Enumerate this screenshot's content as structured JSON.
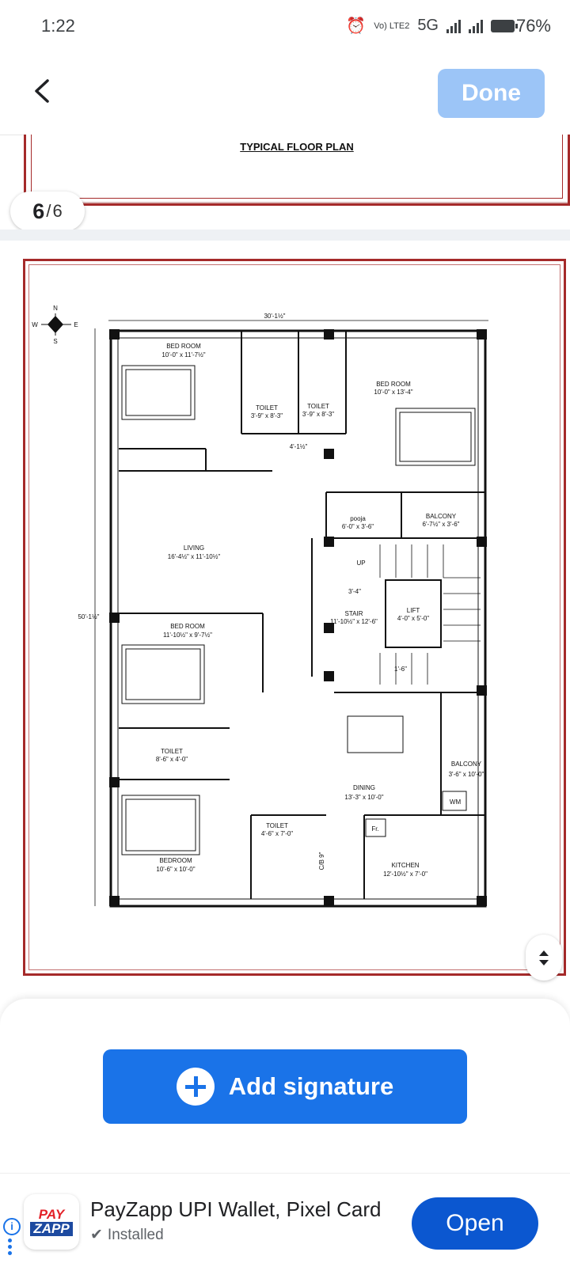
{
  "status": {
    "time": "1:22",
    "network": "5G",
    "volte": "Vo) LTE2",
    "battery": "76%"
  },
  "appbar": {
    "done_label": "Done"
  },
  "pages": {
    "prev_title": "TYPICAL FLOOR PLAN",
    "current": "6",
    "total": "6"
  },
  "floorplan": {
    "dim_width": "30'-1½\"",
    "dim_height": "50'-1½\"",
    "dim_toilet_gap": "4'-1½\"",
    "compass": [
      "N",
      "E",
      "S",
      "W"
    ],
    "rooms": [
      {
        "name": "BED ROOM",
        "size": "10'-0\" x 11'-7½\""
      },
      {
        "name": "TOILET",
        "size": "3'-9\" x 8'-3\""
      },
      {
        "name": "TOILET",
        "size": "3'-9\" x 8'-3\""
      },
      {
        "name": "BED ROOM",
        "size": "10'-0\" x 13'-4\""
      },
      {
        "name": "pooja",
        "size": "6'-0\" x 3'-6\""
      },
      {
        "name": "BALCONY",
        "size": "6'-7½\" x 3'-6\""
      },
      {
        "name": "LIVING",
        "size": "16'-4½\" x 11'-10½\""
      },
      {
        "name": "STAIR",
        "size": "11'-10½\" x 12'-6\""
      },
      {
        "name": "LIFT",
        "size": "4'-0\" x 5'-0\""
      },
      {
        "name": "BED ROOM",
        "size": "11'-10½\" x 9'-7½\""
      },
      {
        "name": "TOILET",
        "size": "8'-6\" x 4'-0\""
      },
      {
        "name": "BALCONY",
        "size": "3'-6\" x 10'-0\""
      },
      {
        "name": "DINING",
        "size": "13'-3\" x 10'-0\""
      },
      {
        "name": "TOILET",
        "size": "4'-6\" x 7'-0\""
      },
      {
        "name": "BEDROOM",
        "size": "10'-6\" x 10'-0\""
      },
      {
        "name": "KITCHEN",
        "size": "12'-10½\" x 7'-0\""
      }
    ],
    "labels": {
      "up": "UP",
      "wm": "WM",
      "fr": "Fr.",
      "cb": "C/B 9\"",
      "stair_w": "3'-4\"",
      "stair_d": "1'-6\""
    }
  },
  "sheet": {
    "add_signature_label": "Add signature"
  },
  "ad": {
    "title": "PayZapp UPI Wallet, Pixel Card",
    "status": "Installed",
    "open_label": "Open",
    "logo_top": "PAY",
    "logo_bottom": "ZAPP"
  }
}
